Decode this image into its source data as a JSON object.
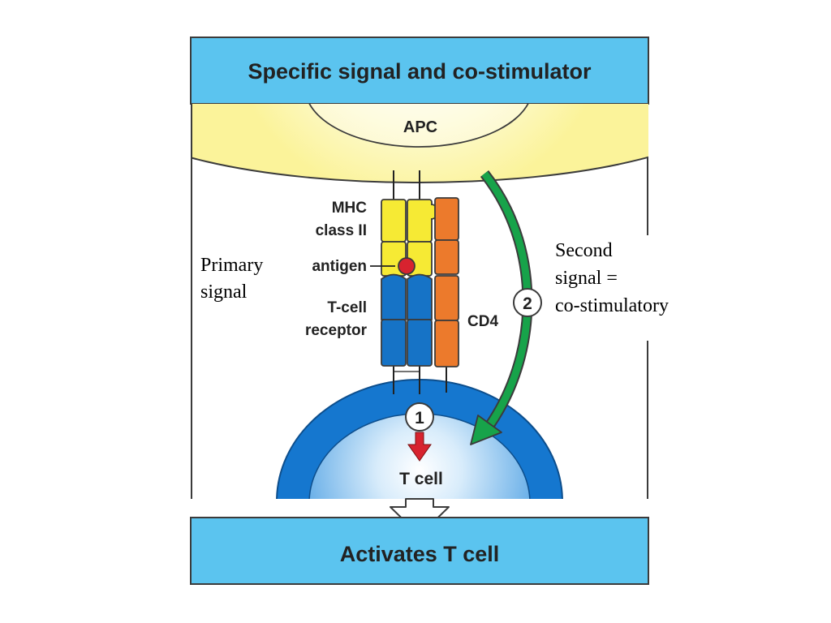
{
  "header": {
    "title": "Specific signal and co-stimulator"
  },
  "footer": {
    "label": "Activates T cell"
  },
  "cells": {
    "apc": "APC",
    "t_cell": "T cell"
  },
  "labels": {
    "mhc_line1": "MHC",
    "mhc_line2": "class II",
    "antigen": "antigen",
    "tcr_line1": "T-cell",
    "tcr_line2": "receptor",
    "cd4": "CD4"
  },
  "signals": {
    "primary_line1": "Primary",
    "primary_line2": "signal",
    "primary_number": "1",
    "second_line1": "Second",
    "second_line2": "signal =",
    "second_line3": "co-stimulatory",
    "second_number": "2"
  },
  "colors": {
    "header_blue": "#5bc4ef",
    "apc_yellow": "#fbf39a",
    "mhc_yellow": "#f6ea34",
    "tcr_blue": "#1673c6",
    "cd4_orange": "#ec7a2c",
    "antigen_red": "#d7232f",
    "signal_green": "#17a34a",
    "tcell_blue": "#1577cf"
  }
}
